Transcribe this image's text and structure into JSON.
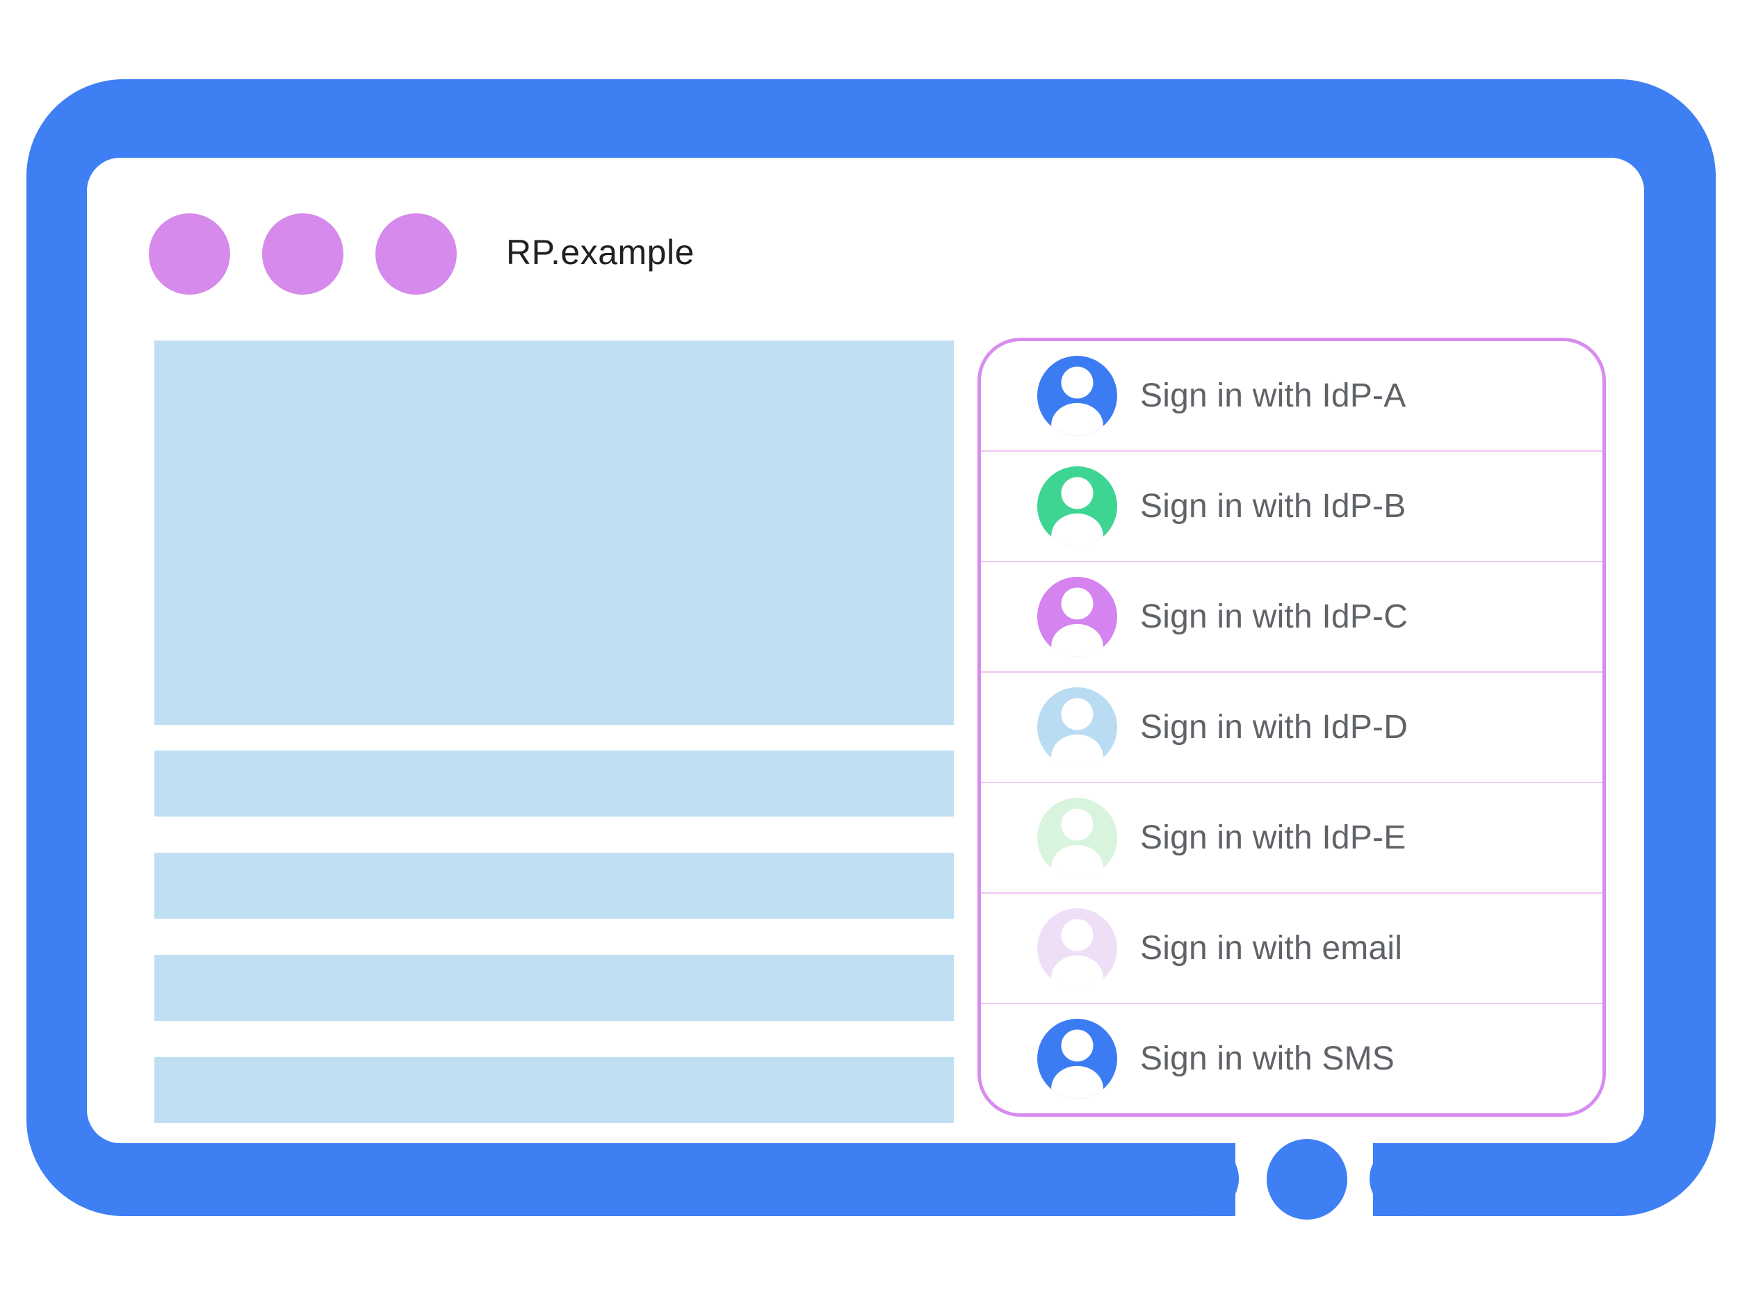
{
  "window": {
    "title": "RP.example",
    "control_dot_count": 3
  },
  "content": {
    "hero_placeholder": "content-image-placeholder",
    "text_line_count": 4
  },
  "sign_in_panel": {
    "options": [
      {
        "id": "idp-a",
        "label": "Sign in with IdP-A",
        "avatar_color": "#3C7CF3"
      },
      {
        "id": "idp-b",
        "label": "Sign in with IdP-B",
        "avatar_color": "#3ED593"
      },
      {
        "id": "idp-c",
        "label": "Sign in with IdP-C",
        "avatar_color": "#D583EF"
      },
      {
        "id": "idp-d",
        "label": "Sign in with IdP-D",
        "avatar_color": "#B9DCF2"
      },
      {
        "id": "idp-e",
        "label": "Sign in with IdP-E",
        "avatar_color": "#D8F4DD"
      },
      {
        "id": "email",
        "label": "Sign in with email",
        "avatar_color": "#EEDFF6"
      },
      {
        "id": "sms",
        "label": "Sign in with SMS",
        "avatar_color": "#3C7CF3"
      }
    ]
  },
  "icons": {
    "user_avatar": "person-silhouette-in-circle",
    "device_button": "round-hardware-button"
  },
  "colors": {
    "frame_blue": "#3F7FF4",
    "window_dot_purple": "#D68AEB",
    "placeholder_blue": "#BFE0F3",
    "panel_border_purple": "#D88CEE",
    "panel_divider_pink": "#EFC6F3",
    "label_gray": "#5F6368",
    "title_black": "#202124",
    "avatar_person_white": "#FFFFFF"
  }
}
